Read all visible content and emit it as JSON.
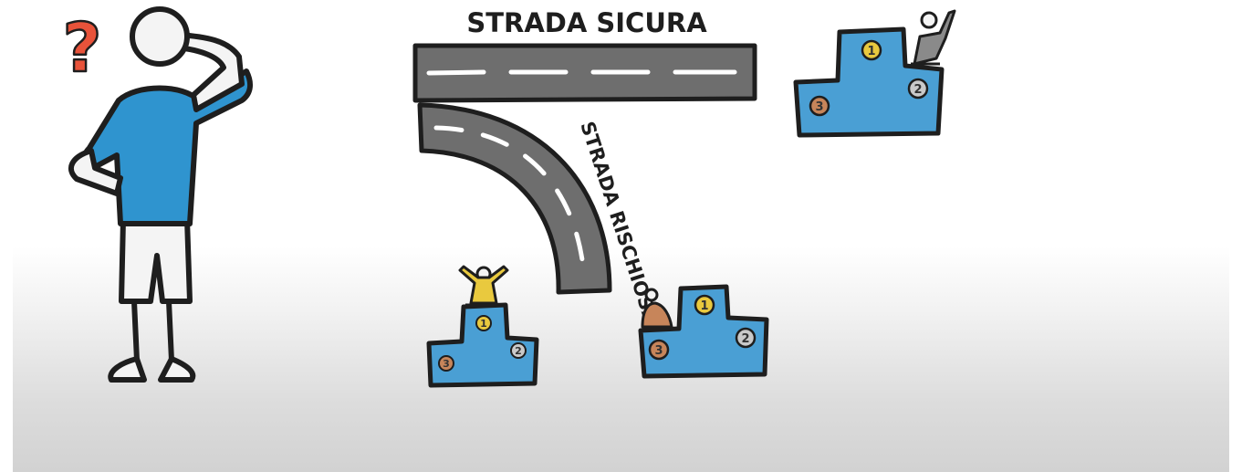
{
  "labels": {
    "safe_road": "STRADA SICURA",
    "risky_road": "STRADA RISCHIOSA"
  },
  "thinking_symbol": "?",
  "podiums": [
    {
      "name": "upper-right",
      "ranks": [
        "1",
        "2",
        "3"
      ],
      "figure": "waving person in silver on 2nd place"
    },
    {
      "name": "bottom-left",
      "ranks": [
        "1",
        "2",
        "3"
      ],
      "figure": "cheering person in gold on 1st place"
    },
    {
      "name": "bottom-middle",
      "ranks": [
        "1",
        "2",
        "3"
      ],
      "figure": "sitting person in bronze beside 3rd place"
    }
  ],
  "colors": {
    "road": "#6e6e6e",
    "podium": "#4a9fd4",
    "shirt": "#2f94cf",
    "question_mark": "#e8533a",
    "gold": "#e9c93e",
    "silver": "#c9c9c9",
    "bronze": "#c7855a"
  }
}
